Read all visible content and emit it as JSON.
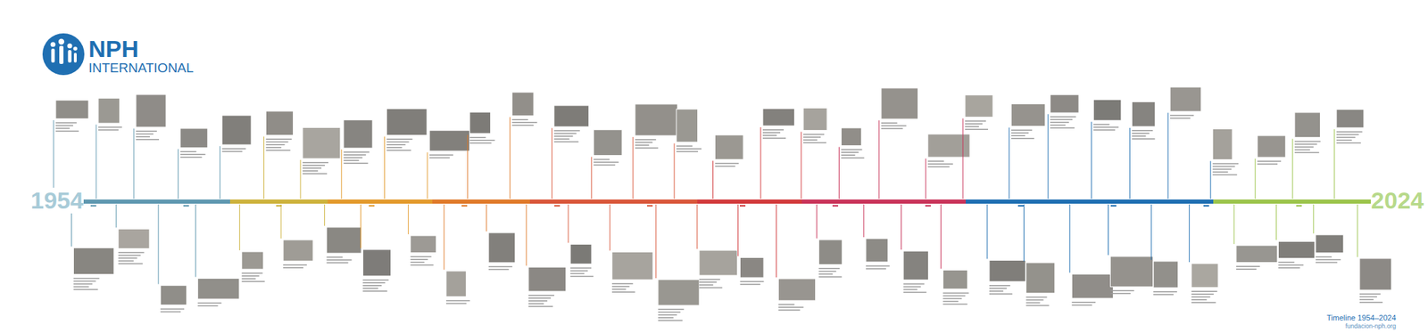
{
  "diagram": {
    "labels": [
      "NPH",
      "INTERNATIONAL",
      "1954",
      "2024",
      "Timeline 1954–2024",
      "fundacion-nph.org"
    ]
  }
}
